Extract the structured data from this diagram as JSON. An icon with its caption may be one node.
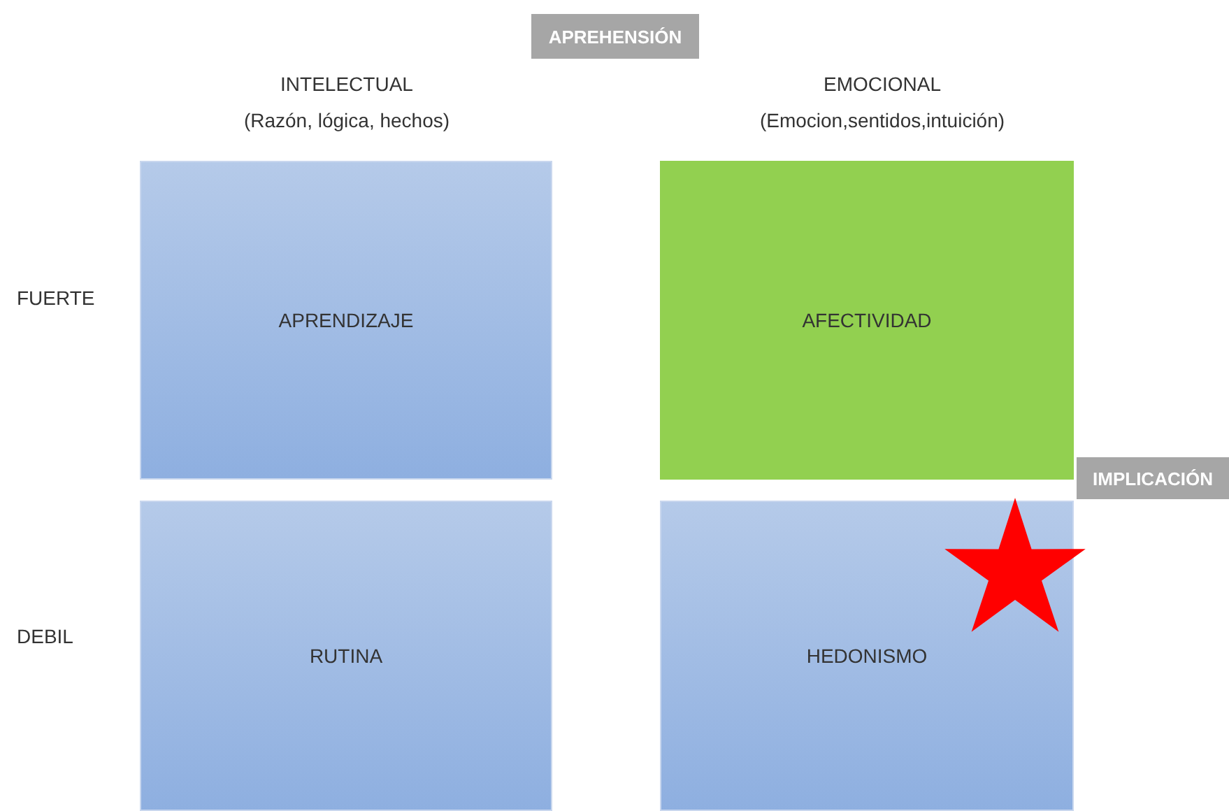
{
  "diagram": {
    "nodes": [
      {
        "text": [
          "APREHENSIÓN"
        ]
      },
      {
        "text": [
          "APRENDIZAJE"
        ]
      },
      {
        "text": [
          "AFECTIVIDAD"
        ]
      },
      {
        "text": [
          "IMPLICACIÓN"
        ]
      },
      {
        "text": [
          "RUTINA"
        ]
      },
      {
        "text": [
          "HEDONISMO"
        ]
      }
    ],
    "labels": [
      "INTELECTUAL",
      "(Razón, lógica, hechos)",
      "EMOCIONAL",
      "(Emocion,sentidos,intuición)",
      "FUERTE",
      "DEBIL"
    ]
  }
}
